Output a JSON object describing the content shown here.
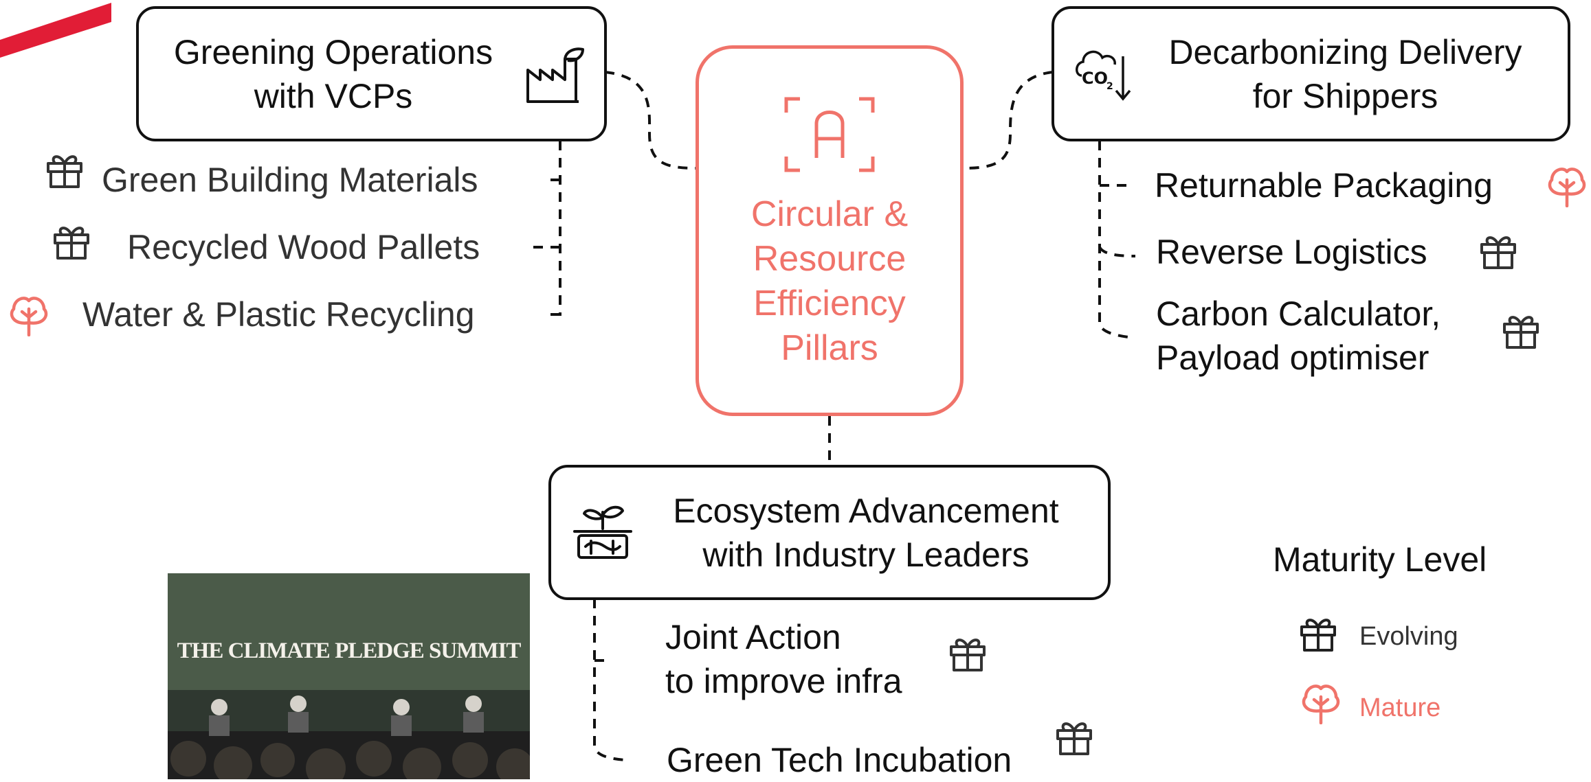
{
  "center": {
    "title": "Circular &\nResource\nEfficiency\nPillars",
    "icon": "letter-a-focus-icon"
  },
  "boxes": {
    "greening": {
      "title": "Greening Operations\nwith VCPs",
      "icon": "factory-leaf-icon"
    },
    "decarbonizing": {
      "title": "Decarbonizing Delivery\nfor Shippers",
      "icon": "co2-down-icon"
    },
    "ecosystem": {
      "title": "Ecosystem Advancement\nwith Industry Leaders",
      "icon": "handshake-sprout-icon"
    }
  },
  "left_items": [
    {
      "label": "Green Building Materials",
      "maturity": "Evolving"
    },
    {
      "label": "Recycled Wood Pallets",
      "maturity": "Evolving"
    },
    {
      "label": "Water & Plastic Recycling",
      "maturity": "Mature"
    }
  ],
  "right_items": [
    {
      "label": "Returnable Packaging",
      "maturity": "Mature"
    },
    {
      "label": "Reverse Logistics",
      "maturity": "Evolving"
    },
    {
      "label": "Carbon Calculator,\nPayload optimiser",
      "maturity": "Evolving"
    }
  ],
  "bottom_items": [
    {
      "label": "Joint Action\nto improve infra",
      "maturity": "Evolving"
    },
    {
      "label": "Green Tech Incubation",
      "maturity": "Evolving"
    }
  ],
  "legend": {
    "title": "Maturity Level",
    "evolving": {
      "label": "Evolving",
      "icon": "gift-box-icon",
      "color": "#222222"
    },
    "mature": {
      "label": "Mature",
      "icon": "tree-icon",
      "color": "#f0736a"
    }
  },
  "photo": {
    "caption": "THE CLIMATE PLEDGE SUMMIT"
  },
  "colors": {
    "accent": "#f0736a",
    "brand_red": "#e11d36",
    "ink": "#111111"
  }
}
